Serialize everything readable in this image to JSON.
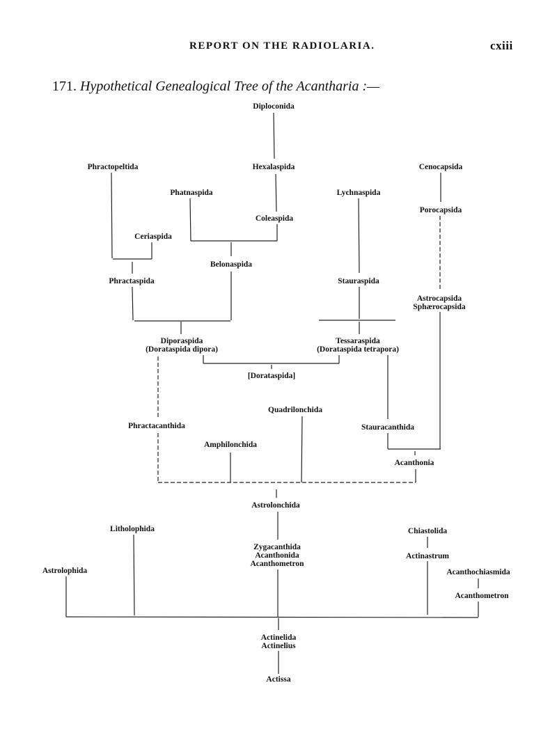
{
  "header": {
    "running_title": "REPORT ON THE RADIOLARIA.",
    "page_number": "cxiii"
  },
  "section": {
    "number": "171.",
    "title": "Hypothetical Genealogical Tree of the Acantharia :—"
  },
  "tree": {
    "diploconida": "Diploconida",
    "phractopeltida": "Phractopeltida",
    "hexalaspida": "Hexalaspida",
    "cenocapsida": "Cenocapsida",
    "phatnaspida": "Phatnaspida",
    "lychnaspida": "Lychnaspida",
    "porocapsida": "Porocapsida",
    "coleaspida": "Coleaspida",
    "ceriaspida": "Ceriaspida",
    "belonaspida": "Belonaspida",
    "phractaspida": "Phractaspida",
    "stauraspida": "Stauraspida",
    "astrocapsida": "Astrocapsida",
    "sphaerocapsida": "Sphærocapsida",
    "diporaspida": "Diporaspida",
    "dorataspida_dipora": "(Dorataspida dipora)",
    "tessaraspida": "Tessaraspida",
    "dorataspida_tetrapora": "(Dorataspida tetrapora)",
    "dorataspida": "[Dorataspida]",
    "quadrilonchida": "Quadrilonchida",
    "phractacanthida": "Phractacanthida",
    "stauracanthida": "Stauracanthida",
    "amphilonchida": "Amphilonchida",
    "acanthonia": "Acanthonia",
    "astrolonchida": "Astrolonchida",
    "litholophida": "Litholophida",
    "chiastolida": "Chiastolida",
    "zygacanthida": "Zygacanthida",
    "acanthonida": "Acanthonida",
    "acanthometron_center": "Acanthometron",
    "actinastrum": "Actinastrum",
    "astrolophida": "Astrolophida",
    "acanthochiasmida": "Acanthochiasmida",
    "acanthometron_right": "Acanthometron",
    "actinelida": "Actinelida",
    "actinelius": "Actinelius",
    "actissa": "Actissa"
  }
}
